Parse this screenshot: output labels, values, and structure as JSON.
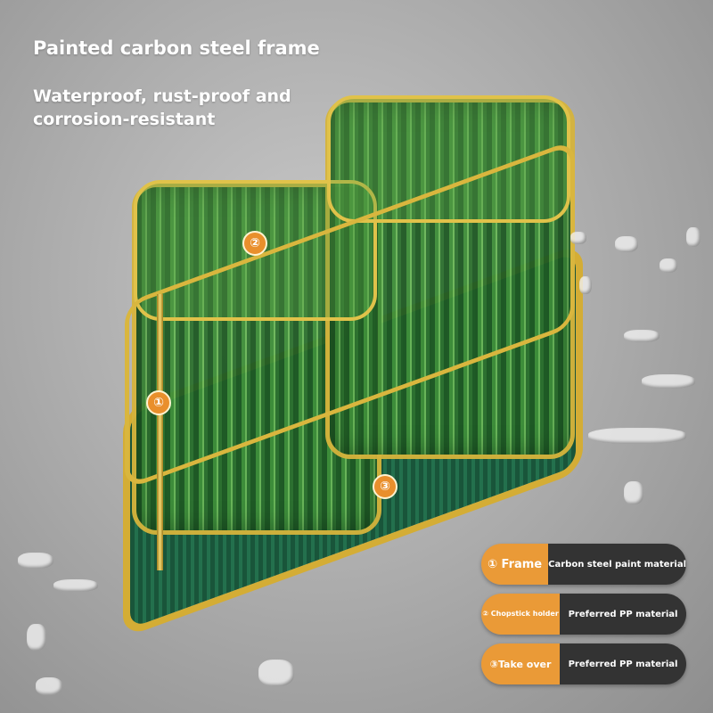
{
  "headline": "Painted carbon steel frame",
  "subheadline": "Waterproof, rust-proof and corrosion-resistant",
  "markers": [
    "②",
    "①",
    "③"
  ],
  "legend": [
    {
      "label": "① Frame",
      "material": "Carbon steel paint material"
    },
    {
      "label": "② Chopstick holder",
      "material": "Preferred PP material"
    },
    {
      "label": "③Take over",
      "material": "Preferred PP material"
    }
  ],
  "colors": {
    "accent": "#ea9a37",
    "dark": "#333333",
    "gold": "#d6b43c",
    "green": "#2e7230"
  }
}
